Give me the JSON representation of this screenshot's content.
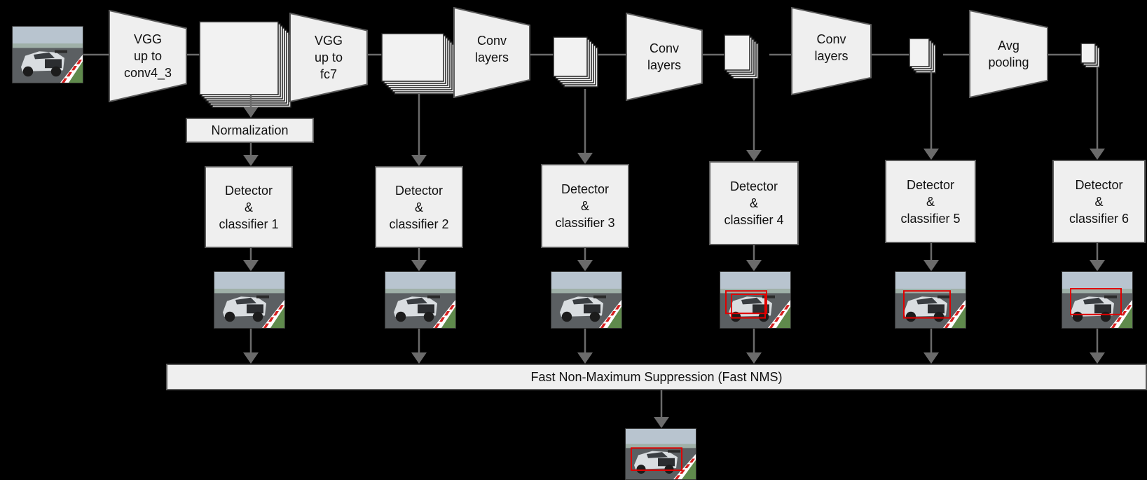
{
  "stages": [
    {
      "label": [
        "VGG",
        "up to",
        "conv4_3"
      ]
    },
    {
      "label": [
        "VGG",
        "up to",
        "fc7"
      ]
    },
    {
      "label": [
        "Conv",
        "layers"
      ]
    },
    {
      "label": [
        "Conv",
        "layers"
      ]
    },
    {
      "label": [
        "Conv",
        "layers"
      ]
    },
    {
      "label": [
        "Avg",
        "pooling"
      ]
    }
  ],
  "normalization": "Normalization",
  "detectors": [
    {
      "line1": "Detector",
      "line2": "&",
      "line3": "classifier 1",
      "boxes": 0
    },
    {
      "line1": "Detector",
      "line2": "&",
      "line3": "classifier 2",
      "boxes": 0
    },
    {
      "line1": "Detector",
      "line2": "&",
      "line3": "classifier 3",
      "boxes": 0
    },
    {
      "line1": "Detector",
      "line2": "&",
      "line3": "classifier 4",
      "boxes": 2
    },
    {
      "line1": "Detector",
      "line2": "&",
      "line3": "classifier 5",
      "boxes": 1
    },
    {
      "line1": "Detector",
      "line2": "&",
      "line3": "classifier 6",
      "boxes": 1
    }
  ],
  "nms": "Fast Non-Maximum  Suppression (Fast NMS)",
  "colors": {
    "background": "#000000",
    "shape_fill": "#efefef",
    "shape_border": "#5a5a5a",
    "arrow": "#6b6b6b",
    "detection_box": "#e00000"
  }
}
